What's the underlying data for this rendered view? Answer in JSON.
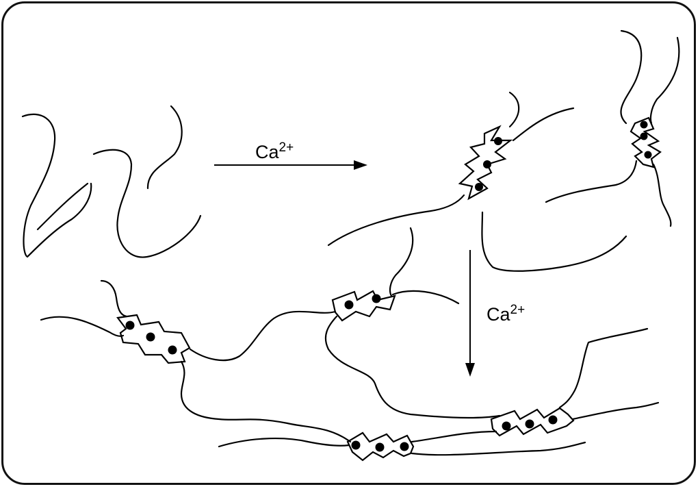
{
  "arrows": [
    {
      "base": "Ca",
      "superscript": "2+"
    },
    {
      "base": "Ca",
      "superscript": "2+"
    }
  ],
  "colors": {
    "ink": "#000000",
    "background": "#ffffff"
  }
}
